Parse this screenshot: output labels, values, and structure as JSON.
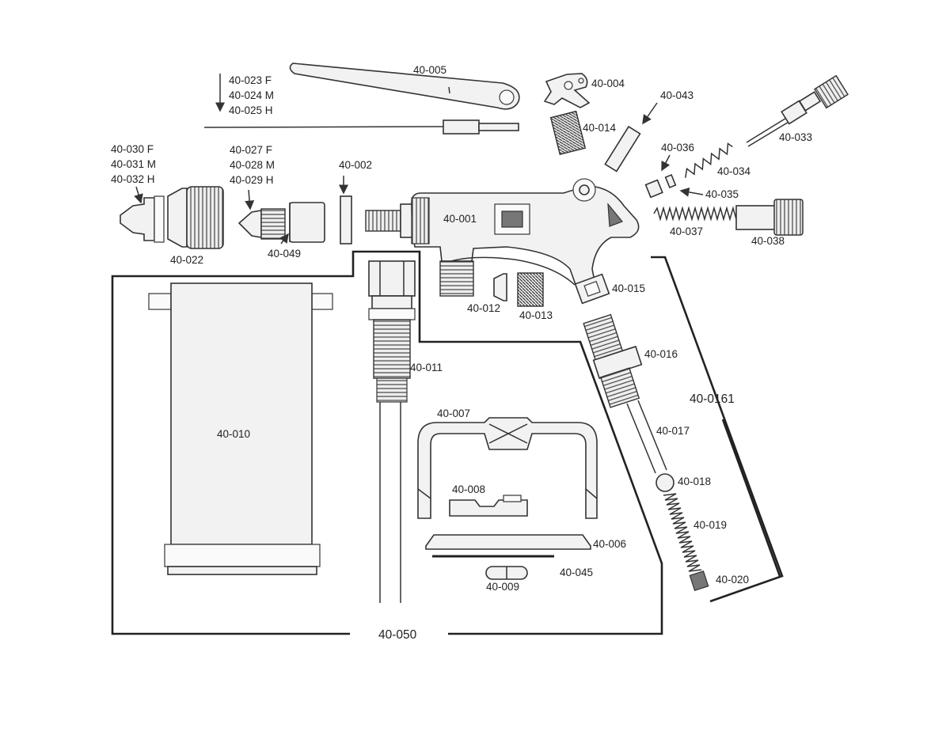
{
  "labels": {
    "p005": "40-005",
    "p023": "40-023 F",
    "p024": "40-024 M",
    "p025": "40-025 H",
    "p004": "40-004",
    "p043": "40-043",
    "p014": "40-014",
    "p033": "40-033",
    "p036": "40-036",
    "p034": "40-034",
    "p035": "40-035",
    "p030": "40-030 F",
    "p031": "40-031 M",
    "p032": "40-032 H",
    "p027": "40-027 F",
    "p028": "40-028 M",
    "p029": "40-029 H",
    "p002": "40-002",
    "p001": "40-001",
    "p037": "40-037",
    "p038": "40-038",
    "p022": "40-022",
    "p049": "40-049",
    "p015": "40-015",
    "p012": "40-012",
    "p013": "40-013",
    "p016": "40-016",
    "p011": "40-011",
    "p0161": "40-0161",
    "p010": "40-010",
    "p007": "40-007",
    "p017": "40-017",
    "p018": "40-018",
    "p008": "40-008",
    "p019": "40-019",
    "p006": "40-006",
    "p045": "40-045",
    "p009": "40-009",
    "p020": "40-020",
    "p050": "40-050"
  }
}
